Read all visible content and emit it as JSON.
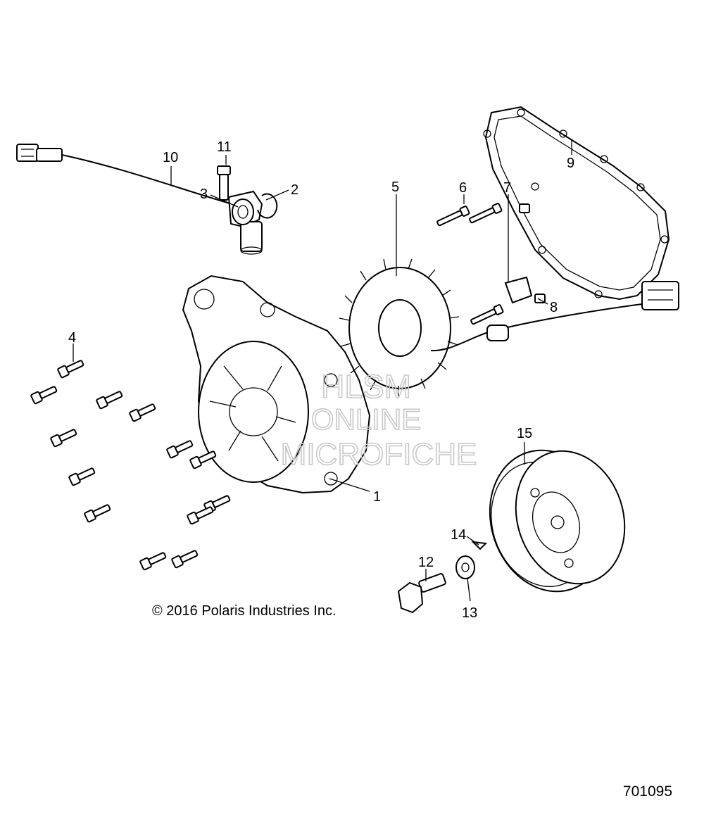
{
  "callouts": {
    "c1": "1",
    "c2": "2",
    "c3": "3",
    "c4": "4",
    "c5": "5",
    "c6": "6",
    "c7": "7",
    "c8": "8",
    "c9": "9",
    "c10": "10",
    "c11": "11",
    "c12": "12",
    "c13": "13",
    "c14": "14",
    "c15": "15"
  },
  "watermark": {
    "line1": "HLSM",
    "line2": "ONLINE",
    "line3": "MICROFICHE"
  },
  "copyright": "© 2016 Polaris Industries Inc.",
  "diagram_id": "701095"
}
